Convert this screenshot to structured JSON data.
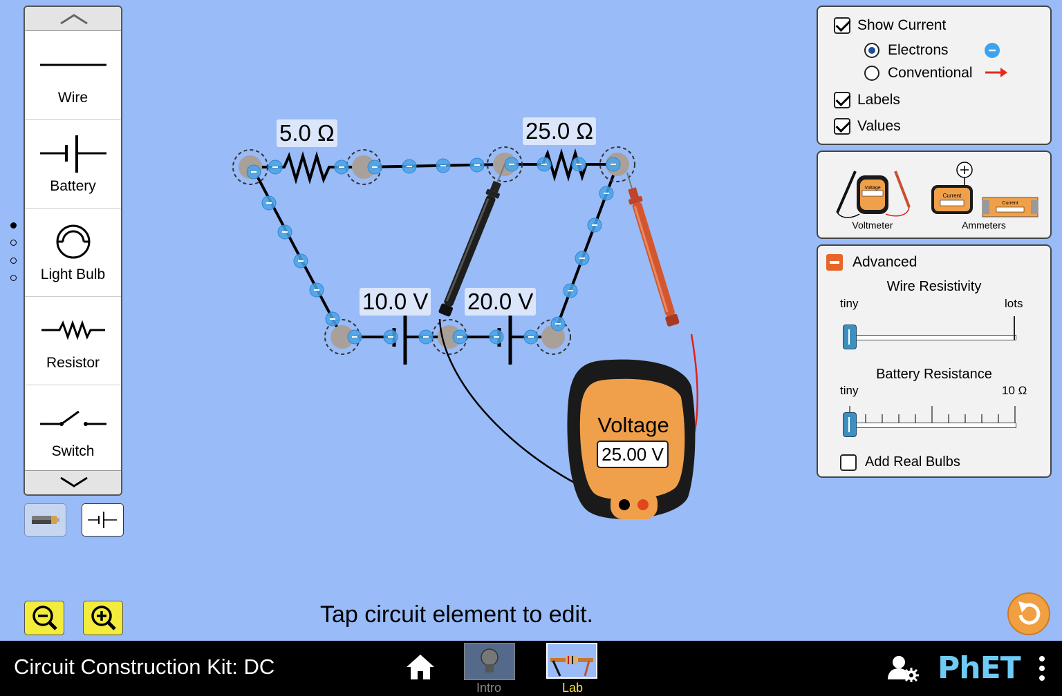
{
  "app": {
    "title": "Circuit Construction Kit: DC",
    "hint": "Tap circuit element to edit."
  },
  "carousel": {
    "items": [
      {
        "label": "Wire"
      },
      {
        "label": "Battery"
      },
      {
        "label": "Light Bulb"
      },
      {
        "label": "Resistor"
      },
      {
        "label": "Switch"
      }
    ],
    "page_count": 4,
    "current_page": 1
  },
  "view_toggle": {
    "options": [
      "lifelike",
      "schematic"
    ],
    "selected": "lifelike"
  },
  "display_panel": {
    "show_current": {
      "label": "Show Current",
      "checked": true
    },
    "electrons": {
      "label": "Electrons",
      "selected": true
    },
    "conventional": {
      "label": "Conventional",
      "selected": false
    },
    "labels": {
      "label": "Labels",
      "checked": true
    },
    "values": {
      "label": "Values",
      "checked": true
    }
  },
  "tools_panel": {
    "voltmeter": {
      "label": "Voltmeter",
      "screen": "Voltage"
    },
    "ammeters": {
      "label": "Ammeters",
      "screen": "Current"
    }
  },
  "advanced_panel": {
    "title": "Advanced",
    "expanded": true,
    "wire_resistivity": {
      "label": "Wire Resistivity",
      "min_label": "tiny",
      "max_label": "lots",
      "value": 0
    },
    "battery_resistance": {
      "label": "Battery Resistance",
      "min_label": "tiny",
      "max_label": "10 Ω",
      "value": 0
    },
    "add_real_bulbs": {
      "label": "Add Real Bulbs",
      "checked": false
    }
  },
  "circuit": {
    "resistor_left": "5.0 Ω",
    "resistor_right": "25.0 Ω",
    "battery_left": "10.0 V",
    "battery_right": "20.0 V"
  },
  "voltmeter": {
    "title": "Voltage",
    "reading": "25.00 V"
  },
  "navbar": {
    "screens": [
      {
        "label": "Intro",
        "active": false
      },
      {
        "label": "Lab",
        "active": true
      }
    ],
    "brand": "PhET"
  },
  "colors": {
    "background": "#99bbf7",
    "electron": "#4aa3e8",
    "probe_red": "#d4472a",
    "meter_orange": "#f0a04a",
    "zoom": "#f4ec3c",
    "active_screen": "#f7e34a"
  }
}
